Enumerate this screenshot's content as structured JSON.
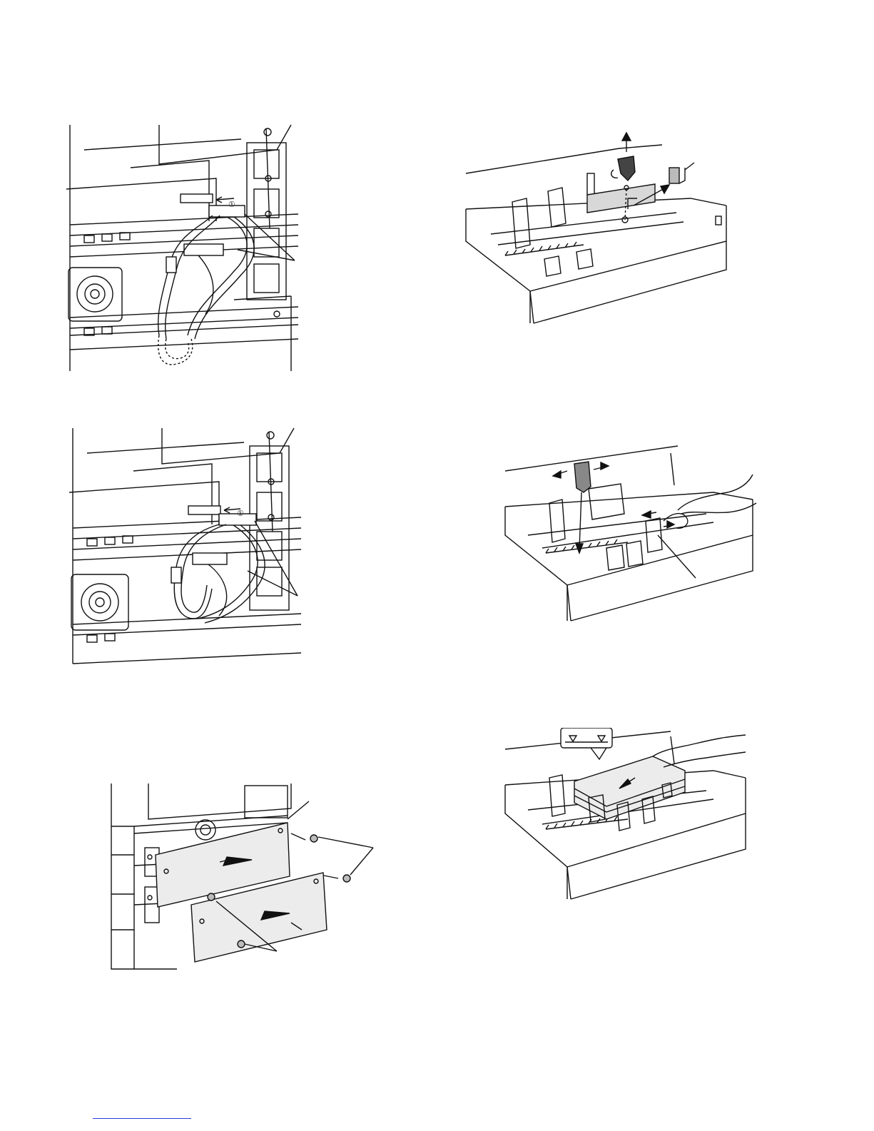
{
  "page": {
    "figures": [
      {
        "id": "harness-connect-lower",
        "callout": "①"
      },
      {
        "id": "harness-connect-upper",
        "callout": "①"
      },
      {
        "id": "rear-covers-install"
      },
      {
        "id": "tray-stopper-adjust"
      },
      {
        "id": "tray-guide-adjust"
      },
      {
        "id": "paper-load"
      }
    ],
    "footer_link_color": "#2a3fd6"
  }
}
